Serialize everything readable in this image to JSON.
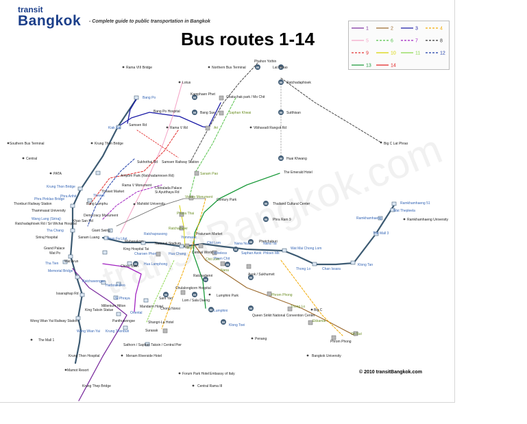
{
  "header": {
    "logo_top": "transit",
    "logo_main": "Bangkok",
    "tagline": "- Complete guide to public transportation in Bangkok"
  },
  "title": "Bus routes 1-14",
  "copyright": "© 2010 transitBangkok.com",
  "watermark": "transitBangkok.com",
  "legend": [
    {
      "label": "1",
      "color": "#7b2d9e",
      "dashed": false
    },
    {
      "label": "2",
      "color": "#9c6b2f",
      "dashed": false
    },
    {
      "label": "3",
      "color": "#1a1aa6",
      "dashed": false
    },
    {
      "label": "4",
      "color": "#f2a900",
      "dashed": true
    },
    {
      "label": "5",
      "color": "#f4a6c8",
      "dashed": false
    },
    {
      "label": "6",
      "color": "#55c24a",
      "dashed": true
    },
    {
      "label": "7",
      "color": "#a020c0",
      "dashed": true
    },
    {
      "label": "8",
      "color": "#333333",
      "dashed": true
    },
    {
      "label": "9",
      "color": "#e23030",
      "dashed": true
    },
    {
      "label": "10",
      "color": "#d8d400",
      "dashed": false
    },
    {
      "label": "11",
      "color": "#8ad84a",
      "dashed": false
    },
    {
      "label": "12",
      "color": "#1a3aa6",
      "dashed": true
    },
    {
      "label": "13",
      "color": "#1a9a3a",
      "dashed": false
    },
    {
      "label": "14",
      "color": "#e22020",
      "dashed": false
    }
  ],
  "stations": [
    {
      "name": "Rama VIII Bridge",
      "style": "lbl"
    },
    {
      "name": "Northern Bus Terminal",
      "style": "lbl"
    },
    {
      "name": "Phahon Yothin",
      "style": "lbl"
    },
    {
      "name": "Lat Phrao",
      "style": "lbl"
    },
    {
      "name": "Ratchadaphisek",
      "style": "lbl"
    },
    {
      "name": "Lotus",
      "style": "lbl"
    },
    {
      "name": "Kamphaen Phet",
      "style": "lbl"
    },
    {
      "name": "Chatuchak park / Mo Chit",
      "style": "lbl"
    },
    {
      "name": "Bang Po",
      "style": "lbl-b"
    },
    {
      "name": "Bang Sue",
      "style": "lbl"
    },
    {
      "name": "Saphan Khwai",
      "style": "lbl-g"
    },
    {
      "name": "Sutthisan",
      "style": "lbl"
    },
    {
      "name": "Bang Po Hospital",
      "style": "lbl"
    },
    {
      "name": "Samsen Rd",
      "style": "lbl"
    },
    {
      "name": "Rama V Rd",
      "style": "lbl"
    },
    {
      "name": "Ari",
      "style": "lbl-g"
    },
    {
      "name": "Vibhavadi Rangsit Rd",
      "style": "lbl"
    },
    {
      "name": "Kiak Kai",
      "style": "lbl-b"
    },
    {
      "name": "Southern Bus Terminal",
      "style": "lbl"
    },
    {
      "name": "Krung Thon Bridge",
      "style": "lbl"
    },
    {
      "name": "Big C Lat Phrao",
      "style": "lbl"
    },
    {
      "name": "Central",
      "style": "lbl"
    },
    {
      "name": "Sukhothai Rd",
      "style": "lbl"
    },
    {
      "name": "Samsen Railway Station",
      "style": "lbl"
    },
    {
      "name": "Huai Khwang",
      "style": "lbl"
    },
    {
      "name": "PATA",
      "style": "lbl"
    },
    {
      "name": "Ampom Park (Ratchadamnoen Rd)",
      "style": "lbl"
    },
    {
      "name": "Sanam Pao",
      "style": "lbl-g"
    },
    {
      "name": "The Emerald Hotel",
      "style": "lbl"
    },
    {
      "name": "Krung Thon Bridge",
      "style": "lbl-b"
    },
    {
      "name": "Rama V Monument",
      "style": "lbl"
    },
    {
      "name": "Chitralada Palace",
      "style": "lbl"
    },
    {
      "name": "Thewet Market",
      "style": "lbl"
    },
    {
      "name": "Si Ayutthaya Rd",
      "style": "lbl"
    },
    {
      "name": "Phra Arthit",
      "style": "lbl-b"
    },
    {
      "name": "Thewet",
      "style": "lbl-b"
    },
    {
      "name": "Phra Pinklao Bridge",
      "style": "lbl-b"
    },
    {
      "name": "Thonburi Railway Station",
      "style": "lbl"
    },
    {
      "name": "Bang Lamphu",
      "style": "lbl"
    },
    {
      "name": "Mahidol University",
      "style": "lbl"
    },
    {
      "name": "Victory Monument",
      "style": "lbl-g"
    },
    {
      "name": "Thailand Cultural Center",
      "style": "lbl"
    },
    {
      "name": "Ramkhamhaeng 51",
      "style": "lbl-b"
    },
    {
      "name": "Thammasat University",
      "style": "lbl"
    },
    {
      "name": "Century Park",
      "style": "lbl"
    },
    {
      "name": "Wat Thepleela",
      "style": "lbl-b"
    },
    {
      "name": "Democracy Monument",
      "style": "lbl"
    },
    {
      "name": "Phaya Thai",
      "style": "lbl-g"
    },
    {
      "name": "Ramkhamhaeng",
      "style": "lbl-b"
    },
    {
      "name": "Ramkhamhaeng University",
      "style": "lbl"
    },
    {
      "name": "Wang Lang (Siriraj)",
      "style": "lbl-b"
    },
    {
      "name": "Khao San Rd",
      "style": "lbl"
    },
    {
      "name": "Phra Ram 9",
      "style": "lbl"
    },
    {
      "name": "Ratchadaphisek Rd / Sri Wichai Hospital",
      "style": "lbl"
    },
    {
      "name": "Sanam Luang",
      "style": "lbl"
    },
    {
      "name": "Ratchathewi",
      "style": "lbl-g"
    },
    {
      "name": "Siriraj Hospital",
      "style": "lbl"
    },
    {
      "name": "Giant Swing",
      "style": "lbl"
    },
    {
      "name": "The Mall 3",
      "style": "lbl-b"
    },
    {
      "name": "Tha Chang",
      "style": "lbl-b"
    },
    {
      "name": "Yommarat",
      "style": "lbl-b"
    },
    {
      "name": "Phan Fa Lilat",
      "style": "lbl-b"
    },
    {
      "name": "Pratunam Market",
      "style": "lbl"
    },
    {
      "name": "Phetchaburi",
      "style": "lbl"
    },
    {
      "name": "Mahanakorn",
      "style": "lbl"
    },
    {
      "name": "National Stadium",
      "style": "lbl"
    },
    {
      "name": "Siam",
      "style": "lbl-g"
    },
    {
      "name": "Ratchaprasong",
      "style": "lbl-b"
    },
    {
      "name": "Chit Lom",
      "style": "lbl-b"
    },
    {
      "name": "Nana Nua",
      "style": "lbl-b"
    },
    {
      "name": "Nana Tai",
      "style": "lbl-b"
    },
    {
      "name": "Grand Palace",
      "style": "lbl"
    },
    {
      "name": "King Hospital Tai",
      "style": "lbl"
    },
    {
      "name": "Central World",
      "style": "lbl"
    },
    {
      "name": "Wireless",
      "style": "lbl-b"
    },
    {
      "name": "Saphan Asok",
      "style": "lbl-b"
    },
    {
      "name": "Phloen Mit",
      "style": "lbl-b"
    },
    {
      "name": "Wat Mai Chong Lom",
      "style": "lbl-b"
    },
    {
      "name": "Wat Po",
      "style": "lbl"
    },
    {
      "name": "Charoen Phon",
      "style": "lbl-b"
    },
    {
      "name": "Hua Chang",
      "style": "lbl-b"
    },
    {
      "name": "Ploen Chit",
      "style": "lbl-b"
    },
    {
      "name": "Klong Tan",
      "style": "lbl-b"
    },
    {
      "name": "Tha Tien",
      "style": "lbl-b"
    },
    {
      "name": "Hua Lamphong",
      "style": "lbl-b"
    },
    {
      "name": "Nana",
      "style": "lbl-g"
    },
    {
      "name": "Thong Lo",
      "style": "lbl-b"
    },
    {
      "name": "Chan Issara",
      "style": "lbl-b"
    },
    {
      "name": "Memorial Bridge",
      "style": "lbl-b"
    },
    {
      "name": "Wat Arun",
      "style": "lbl"
    },
    {
      "name": "China Town",
      "style": "lbl"
    },
    {
      "name": "Ratchadamri",
      "style": "lbl"
    },
    {
      "name": "Chit Lom",
      "style": "lbl-g"
    },
    {
      "name": "Asok / Sukhumvit",
      "style": "lbl"
    },
    {
      "name": "Ratchawongse",
      "style": "lbl-b"
    },
    {
      "name": "Harbour Deo",
      "style": "lbl-b"
    },
    {
      "name": "Chulalongkorn Hospital",
      "style": "lbl"
    },
    {
      "name": "Phrom Phong",
      "style": "lbl-g"
    },
    {
      "name": "Issaraphap Rd",
      "style": "lbl"
    },
    {
      "name": "Si Phraya",
      "style": "lbl-b"
    },
    {
      "name": "Lumphini Park",
      "style": "lbl"
    },
    {
      "name": "Big C",
      "style": "lbl"
    },
    {
      "name": "Millenium Hilton",
      "style": "lbl"
    },
    {
      "name": "Sam Yan",
      "style": "lbl"
    },
    {
      "name": "Lom / Sala Daeng",
      "style": "lbl"
    },
    {
      "name": "Thong Lo",
      "style": "lbl-g"
    },
    {
      "name": "King Taksin Statue",
      "style": "lbl"
    },
    {
      "name": "Oriental",
      "style": "lbl-b"
    },
    {
      "name": "Mandarin Hotel",
      "style": "lbl"
    },
    {
      "name": "Chong Nonsi",
      "style": "lbl"
    },
    {
      "name": "Lumphini",
      "style": "lbl-b"
    },
    {
      "name": "Queen Sirikit National Convention Center",
      "style": "lbl"
    },
    {
      "name": "Wong Wian Yai Railway Station",
      "style": "lbl"
    },
    {
      "name": "Panthuwongse",
      "style": "lbl"
    },
    {
      "name": "Shangri-La Hotel",
      "style": "lbl"
    },
    {
      "name": "Ekkamai",
      "style": "lbl-g"
    },
    {
      "name": "Wong Wian Yai",
      "style": "lbl-b"
    },
    {
      "name": "Krung Thonburi",
      "style": "lbl-b"
    },
    {
      "name": "Surasak",
      "style": "lbl"
    },
    {
      "name": "Klong Toei",
      "style": "lbl-b"
    },
    {
      "name": "On Nut",
      "style": "lbl-g"
    },
    {
      "name": "The Mall 1",
      "style": "lbl"
    },
    {
      "name": "Penang",
      "style": "lbl"
    },
    {
      "name": "Phrom Phong",
      "style": "lbl"
    },
    {
      "name": "Sathorn / Saphan Taksin / Central Pier",
      "style": "lbl"
    },
    {
      "name": "Krung Thon Hospital",
      "style": "lbl"
    },
    {
      "name": "Menam Riverside Hotel",
      "style": "lbl"
    },
    {
      "name": "Bangkok University",
      "style": "lbl"
    },
    {
      "name": "Mamot Resort",
      "style": "lbl"
    },
    {
      "name": "Forum Park Hotel",
      "style": "lbl"
    },
    {
      "name": "Embassy of Italy",
      "style": "lbl"
    },
    {
      "name": "Krung Thep Bridge",
      "style": "lbl"
    },
    {
      "name": "Central Rama III",
      "style": "lbl"
    }
  ]
}
